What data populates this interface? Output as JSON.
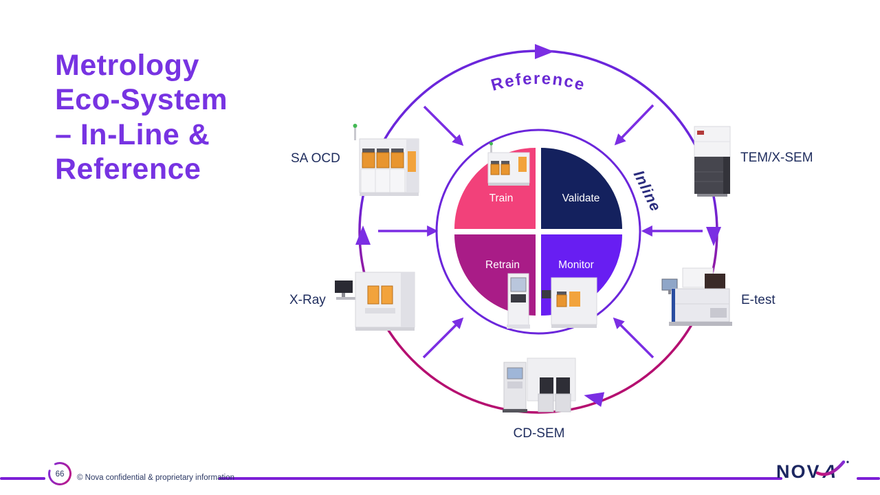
{
  "slide": {
    "title": "Metrology\nEco-System\n– In-Line &\nReference"
  },
  "diagram": {
    "ring_labels": {
      "reference": "Reference",
      "inline": "Inline"
    },
    "quadrants": [
      {
        "label": "Train",
        "color": "#F2417A"
      },
      {
        "label": "Validate",
        "color": "#14215E"
      },
      {
        "label": "Retrain",
        "color": "#A91C87"
      },
      {
        "label": "Monitor",
        "color": "#681EF2"
      }
    ],
    "stations": [
      {
        "label": "SA OCD"
      },
      {
        "label": "TEM/X-SEM"
      },
      {
        "label": "X-Ray"
      },
      {
        "label": "E-test"
      },
      {
        "label": "CD-SEM"
      }
    ],
    "colors": {
      "arc_purple": "#6B26DB",
      "arc_magenta": "#B50F70",
      "arrow_purple": "#7B2EE3",
      "inline_text": "#2B2D7E",
      "reference_text": "#6A2AD4"
    }
  },
  "footer": {
    "page_number": "66",
    "copyright": "© Nova confidential & proprietary information",
    "logo_prefix": "NOV",
    "logo_suffix": "A"
  }
}
